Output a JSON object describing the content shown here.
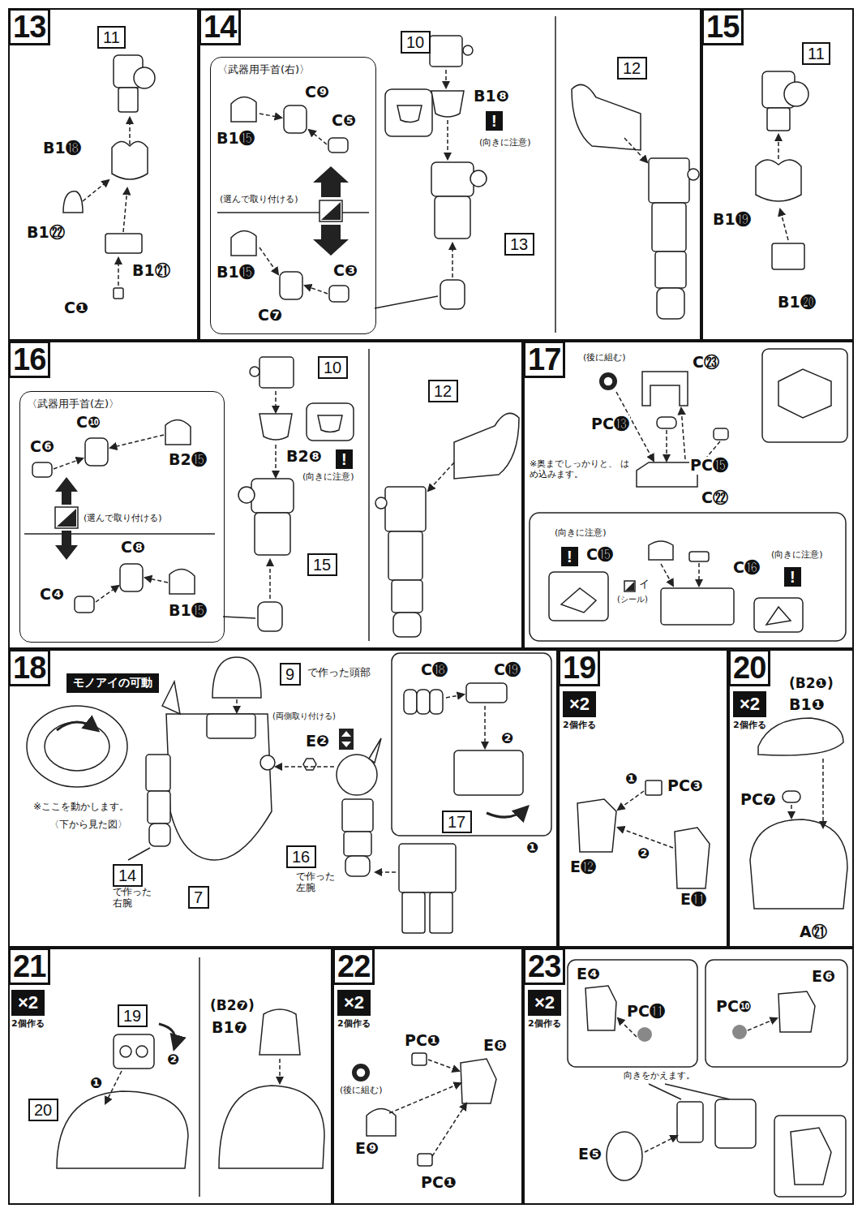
{
  "diagram": {
    "nodes": [
      {
        "text": [
          "13"
        ]
      },
      {
        "text": [
          "11"
        ],
        "in": 0
      },
      {
        "text": [
          "14"
        ]
      },
      {
        "text": [
          "〈武器用手首(右)〉"
        ],
        "in": 2
      },
      {
        "text": [
          "10"
        ],
        "in": 2
      },
      {
        "text": [
          "!"
        ],
        "in": 2
      },
      {
        "text": [
          "13"
        ],
        "in": 2
      },
      {
        "text": [
          "12"
        ],
        "in": 2
      },
      {
        "text": [
          "15"
        ]
      },
      {
        "text": [
          "11"
        ],
        "in": 8
      },
      {
        "text": [
          "16"
        ]
      },
      {
        "text": [
          "〈武器用手首(左)〉"
        ],
        "in": 10
      },
      {
        "text": [
          "10"
        ],
        "in": 10
      },
      {
        "text": [
          "!"
        ],
        "in": 10
      },
      {
        "text": [
          "15"
        ],
        "in": 10
      },
      {
        "text": [
          "12"
        ],
        "in": 10
      },
      {
        "text": [
          "17"
        ]
      },
      {
        "text": [
          "!"
        ],
        "in": 16
      },
      {
        "text": [
          "!"
        ],
        "in": 16
      },
      {
        "text": [
          "18"
        ]
      },
      {
        "text": [
          "モノアイの可動"
        ],
        "in": 19
      },
      {
        "text": [
          "9"
        ],
        "in": 19
      },
      {
        "text": [
          "14"
        ],
        "in": 19
      },
      {
        "text": [
          "7"
        ],
        "in": 19
      },
      {
        "text": [
          "16"
        ],
        "in": 19
      },
      {
        "text": [
          "17"
        ],
        "in": 19
      },
      {
        "text": [
          "19"
        ]
      },
      {
        "text": [
          "×2",
          "2個作る"
        ],
        "in": 26
      },
      {
        "text": [
          "20"
        ]
      },
      {
        "text": [
          "×2",
          "2個作る"
        ],
        "in": 28
      },
      {
        "text": [
          "21"
        ]
      },
      {
        "text": [
          "×2",
          "2個作る"
        ],
        "in": 30
      },
      {
        "text": [
          "19"
        ],
        "in": 30
      },
      {
        "text": [
          "20"
        ],
        "in": 30
      },
      {
        "text": [
          "22"
        ]
      },
      {
        "text": [
          "×2",
          "2個作る"
        ],
        "in": 34
      },
      {
        "text": [
          "23"
        ]
      },
      {
        "text": [
          "×2",
          "2個作る"
        ],
        "in": 36
      }
    ],
    "labels": [
      "B1⓲",
      "B1㉒",
      "B1㉑",
      "C❶",
      "B1⓯",
      "C❾",
      "C❺",
      "(選んで取り付ける)",
      "B1⓯",
      "C❸",
      "C❼",
      "B1❽",
      "(向きに注意)",
      "B1⓳",
      "B1⓴",
      "C❿",
      "C❻",
      "B2⓯",
      "(選んで取り付ける)",
      "C❽",
      "C❹",
      "B1⓯",
      "B2❽",
      "(向きに注意)",
      "(後に組む)",
      "C㉓",
      "PC⓭",
      "PC⓯",
      "※奥までしっかりと、 はめ込みます。",
      "C㉒",
      "(向きに注意)",
      "C⓯",
      "イ",
      "(シール)",
      "C⓰",
      "(向きに注意)",
      "※ここを動かします。",
      "〈下から見た図〉",
      "で作った頭部",
      "(両側取り付ける)",
      "E❷",
      "で作った 左腕",
      "で作った 右腕",
      "C⓲",
      "C⓳",
      "❷",
      "❶",
      "❶",
      "PC❸",
      "E⓬",
      "❷",
      "E⓫",
      "(B2❶)",
      "B1❶",
      "PC❼",
      "A㉑",
      "❷",
      "❶",
      "(B2❼)",
      "B1❼",
      "PC❶",
      "E❽",
      "(後に組む)",
      "E❾",
      "PC❶",
      "E❹",
      "PC⓫",
      "E❻",
      "PC❿",
      "向きをかえます。",
      "E❺"
    ]
  }
}
